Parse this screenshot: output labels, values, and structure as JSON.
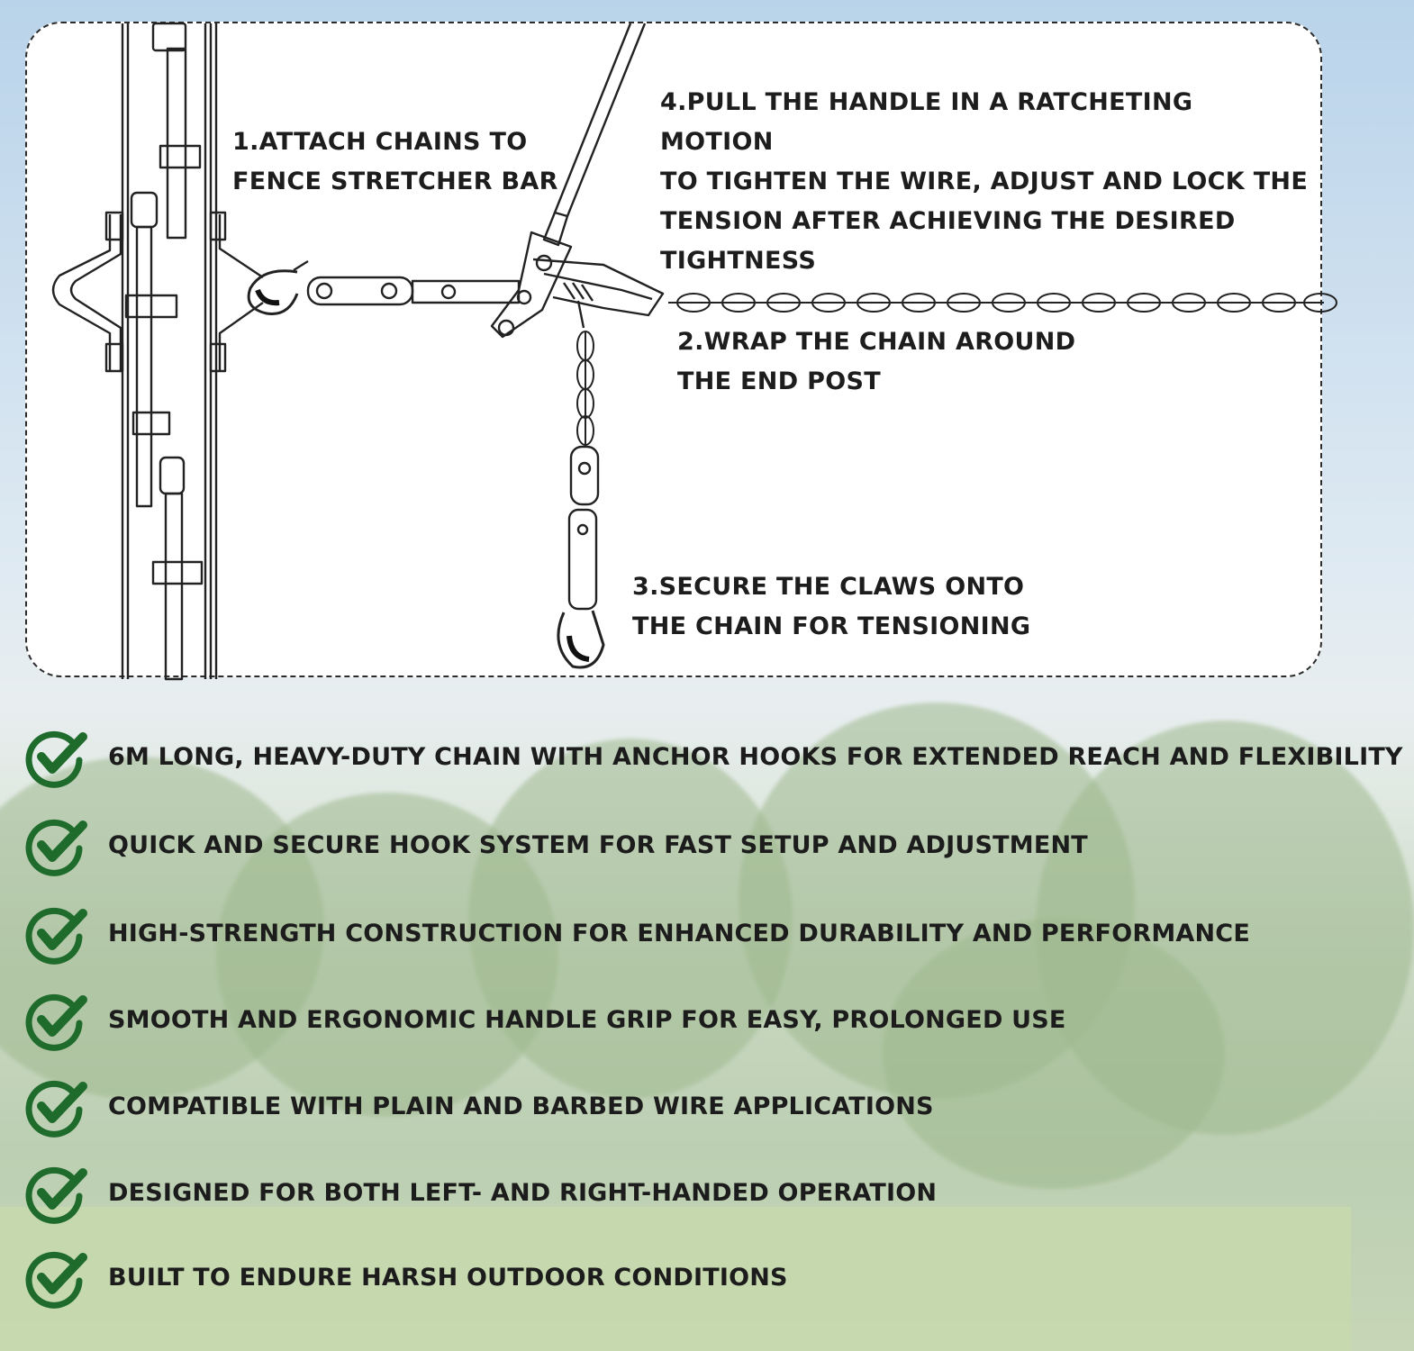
{
  "steps": {
    "step1": "1.ATTACH CHAINS TO\nFENCE STRETCHER BAR",
    "step2": "2.WRAP THE CHAIN AROUND\nTHE END POST",
    "step3": "3.SECURE THE CLAWS ONTO\nTHE CHAIN FOR TENSIONING",
    "step4": "4.PULL THE HANDLE IN A RATCHETING MOTION\nTO TIGHTEN THE WIRE, ADJUST AND LOCK THE\nTENSION AFTER ACHIEVING THE DESIRED\nTIGHTNESS"
  },
  "features": [
    "6M LONG, HEAVY-DUTY CHAIN WITH ANCHOR HOOKS FOR EXTENDED REACH AND FLEXIBILITY",
    "QUICK AND SECURE HOOK SYSTEM FOR FAST SETUP AND ADJUSTMENT",
    "HIGH-STRENGTH CONSTRUCTION FOR ENHANCED DURABILITY AND PERFORMANCE",
    "SMOOTH AND ERGONOMIC HANDLE GRIP FOR EASY, PROLONGED USE",
    "COMPATIBLE WITH PLAIN AND BARBED WIRE APPLICATIONS",
    "DESIGNED FOR BOTH LEFT- AND RIGHT-HANDED OPERATION",
    "BUILT TO ENDURE HARSH OUTDOOR CONDITIONS"
  ],
  "colors": {
    "check_green": "#1e6b2c",
    "panel_border": "#2c2c2c",
    "text": "#1d1d1d"
  },
  "icons": {
    "feature_icon": "check-circle-icon"
  }
}
